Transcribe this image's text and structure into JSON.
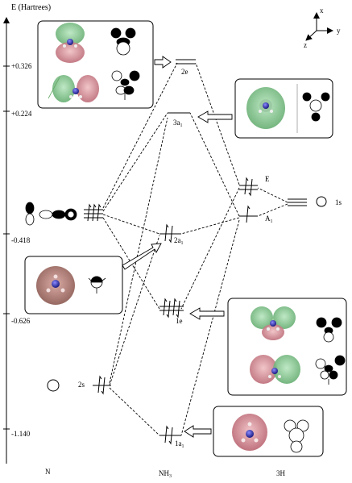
{
  "axis": {
    "title": "E (Hartrees)",
    "ticks": [
      "+0.326",
      "+0.224",
      "-0.418",
      "-0.626",
      "-1.140"
    ]
  },
  "coords": {
    "x": "x",
    "y": "y",
    "z": "z"
  },
  "columns": {
    "left": "N",
    "middle": "NH3",
    "right": "3H"
  },
  "orbitals": {
    "N_2s": "2s",
    "NH3_2e": "2e",
    "NH3_3a1": "3a1",
    "NH3_2a1": "2a1",
    "NH3_1e": "1e",
    "NH3_1a1": "1a1",
    "H_E": "E",
    "H_A1": "A1",
    "H_1s": "1s"
  },
  "colors": {
    "lobe_positive": "#6fbf78",
    "lobe_negative": "#c9707a",
    "nitrogen_atom": "#2b2ba0",
    "hydrogen_atom": "#e8e8e8"
  }
}
